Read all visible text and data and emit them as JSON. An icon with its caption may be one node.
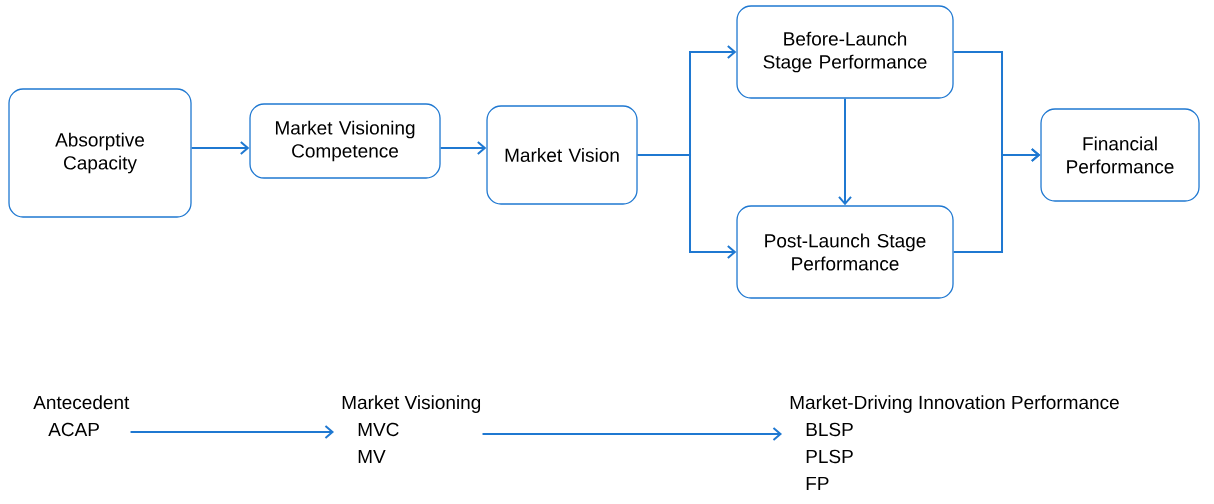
{
  "diagram": {
    "nodes": [
      {
        "text": [
          "Absorptive Capacity"
        ]
      },
      {
        "text": [
          "Market Visioning Competence"
        ]
      },
      {
        "text": [
          "Market Vision"
        ]
      },
      {
        "text": [
          "Before-Launch Stage Performance"
        ]
      },
      {
        "text": [
          "Post-Launch Stage Performance"
        ]
      },
      {
        "text": [
          "Financial Performance"
        ]
      },
      {
        "text": [
          "Antecedent",
          "ACAP"
        ]
      },
      {
        "text": [
          "Market Visioning",
          "MVC",
          "MV"
        ]
      },
      {
        "text": [
          "Market-Driving Innovation Performance",
          "BLSP",
          "PLSP",
          "FP"
        ]
      }
    ],
    "edges": [
      {
        "from": 0,
        "to": 1,
        "arrow": "to"
      },
      {
        "from": 1,
        "to": 2,
        "arrow": "to"
      },
      {
        "from": 2,
        "to": 3,
        "arrow": "to"
      },
      {
        "from": 2,
        "to": 4,
        "arrow": "to"
      },
      {
        "from": 3,
        "to": 4,
        "arrow": "to"
      },
      {
        "from": 3,
        "to": 5,
        "arrow": "to"
      },
      {
        "from": 4,
        "to": 5,
        "arrow": "to"
      },
      {
        "from": 6,
        "to": 7,
        "arrow": "to"
      },
      {
        "from": 7,
        "to": 8,
        "arrow": "to"
      }
    ]
  }
}
